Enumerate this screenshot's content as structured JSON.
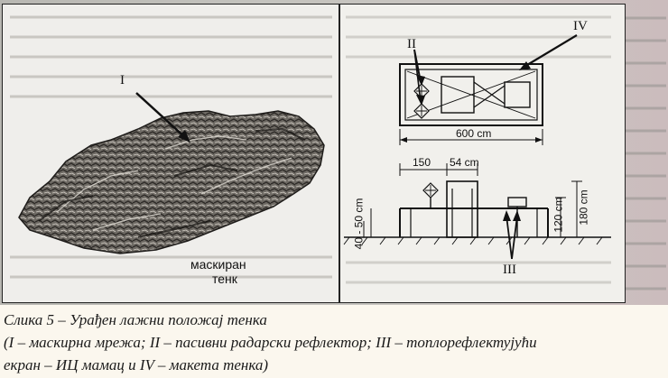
{
  "figure": {
    "labels": {
      "net": "I",
      "reflector": "II",
      "heat_screen": "III",
      "tank_model": "IV"
    },
    "photo_caption": [
      "маскиран",
      "тенк"
    ],
    "dimensions": {
      "length": "600 cm",
      "offset": "150",
      "width": "54 cm",
      "height_a": "40 - 50 cm",
      "height_b": "120 cm",
      "height_c": "180 cm"
    }
  },
  "caption": {
    "line1": "Слика 5 – Урађен лажни положај тенка",
    "line2": "(I – маскирна мрежа; II – пасивни радарски рефлектор; III – топлорефлектујући",
    "line3": "екран – ИЦ мамац и IV – макета тенка)"
  }
}
